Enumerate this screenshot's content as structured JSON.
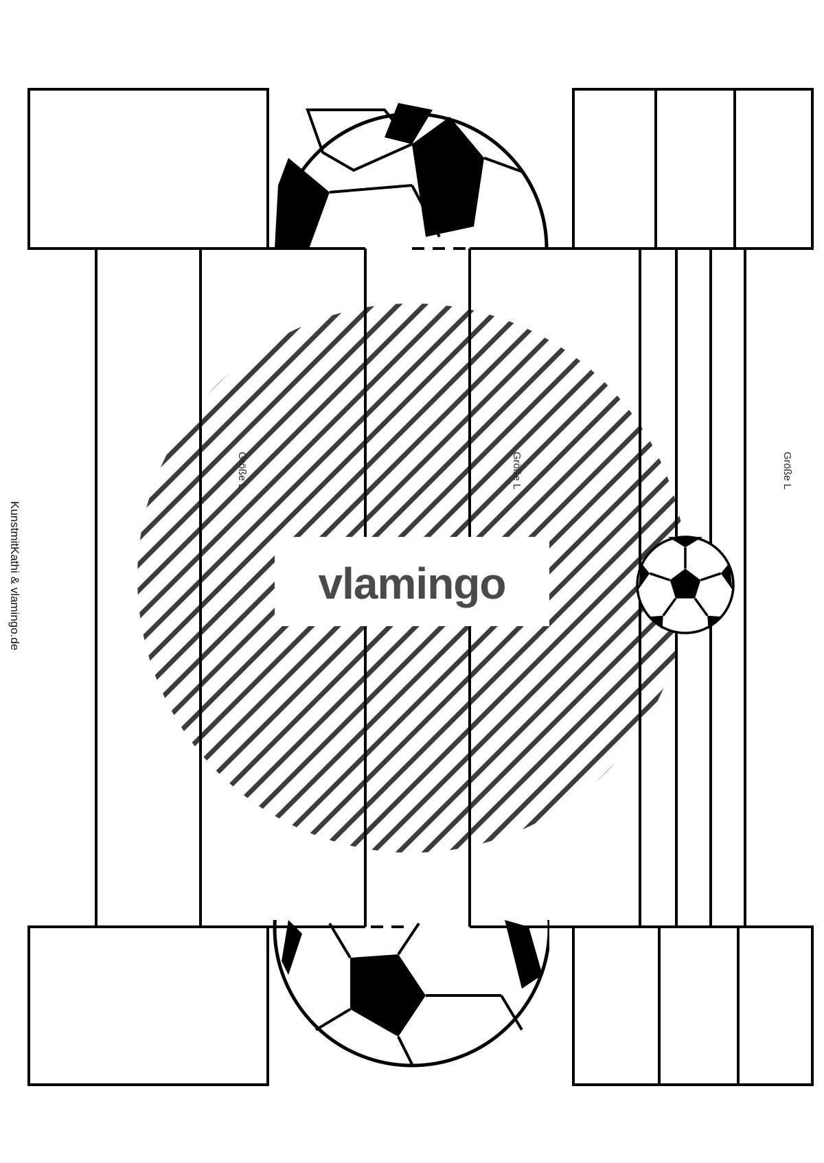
{
  "watermark": {
    "logo_text": "vlamingo",
    "color": "#4a4a4a"
  },
  "credit": "KunstmitKathi & vlamingo.de",
  "size_labels": [
    "Größe L",
    "Größe L",
    "Größe L"
  ],
  "colors": {
    "ink": "#000000",
    "paper": "#ffffff",
    "stripes": "#3c3c3c"
  },
  "icons": [
    "football-icon"
  ]
}
